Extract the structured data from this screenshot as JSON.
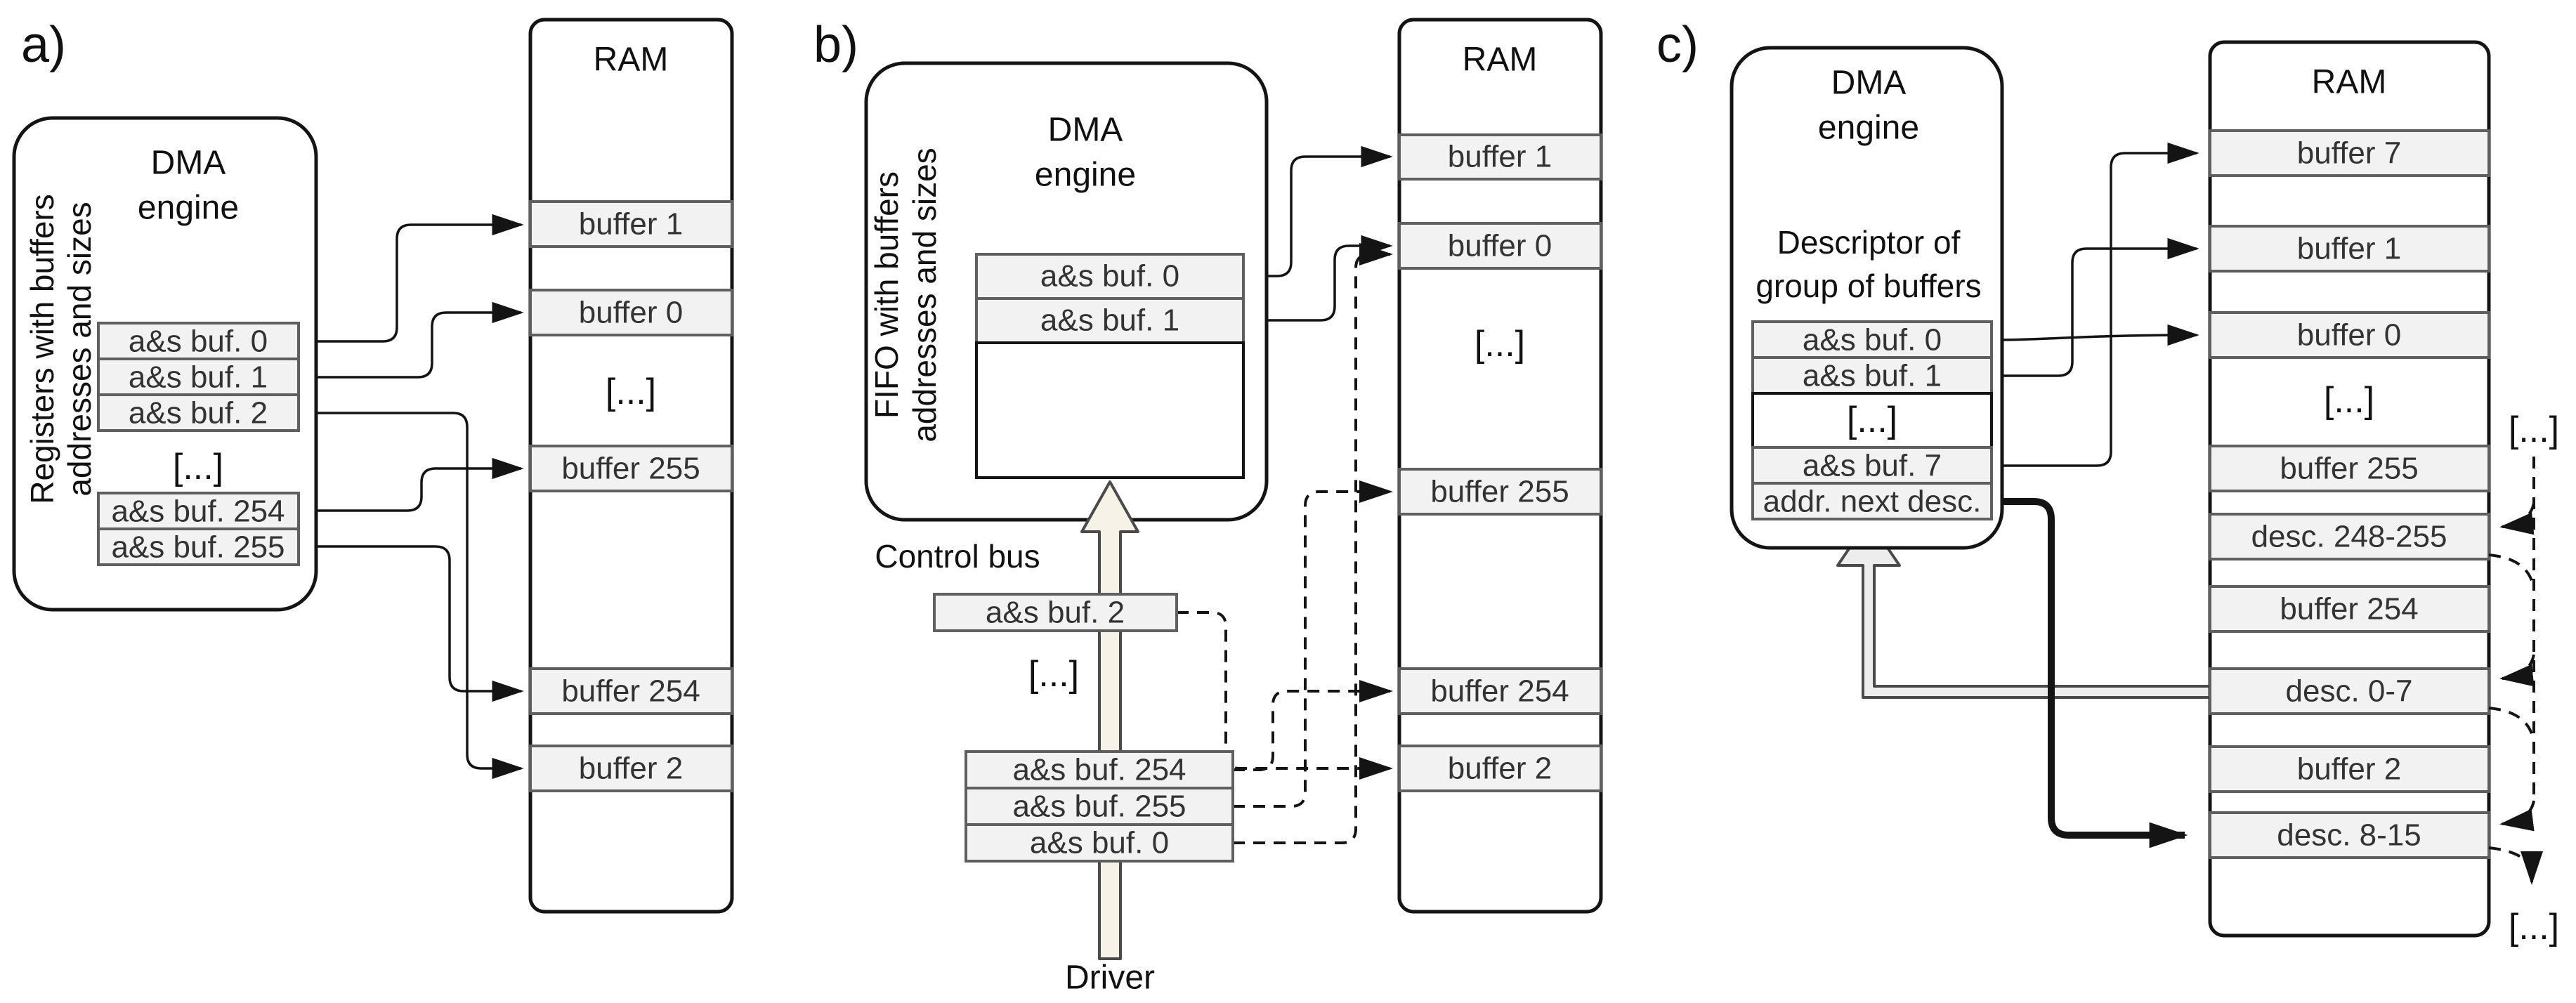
{
  "colors": {
    "line": "#141414",
    "row_fill": "#f2f2f2",
    "row_border": "#5f5f5f",
    "row_text": "#333333",
    "control_arrow_fill": "#f6f2e7",
    "desc_arrow_fill": "#ededed",
    "arrow_outline": "#4a4a4a",
    "background": "#ffffff"
  },
  "panels": {
    "a": {
      "label": "a)",
      "dma_title1": "DMA",
      "dma_title2": "engine",
      "side_label1": "Registers with buffers",
      "side_label2": "addresses and sizes",
      "registers": [
        "a&s buf. 0",
        "a&s buf. 1",
        "a&s buf. 2",
        "[...]",
        "a&s buf. 254",
        "a&s buf. 255"
      ],
      "ram_title": "RAM",
      "ram_rows": [
        "buffer 1",
        "buffer 0",
        "[...]",
        "buffer 255",
        "buffer 254",
        "buffer 2"
      ]
    },
    "b": {
      "label": "b)",
      "dma_title1": "DMA",
      "dma_title2": "engine",
      "side_label1": "FIFO with buffers",
      "side_label2": "addresses and sizes",
      "fifo_rows": [
        "a&s buf. 0",
        "a&s buf. 1"
      ],
      "control_bus_label": "Control bus",
      "bus_row_top": "a&s buf. 2",
      "bus_ellipsis": "[...]",
      "bus_rows": [
        "a&s buf. 254",
        "a&s buf. 255",
        "a&s buf. 0"
      ],
      "driver_label": "Driver",
      "ram_title": "RAM",
      "ram_rows": [
        "buffer 1",
        "buffer 0",
        "[...]",
        "buffer 255",
        "buffer 254",
        "buffer 2"
      ]
    },
    "c": {
      "label": "c)",
      "dma_title1": "DMA",
      "dma_title2": "engine",
      "desc_heading1": "Descriptor of",
      "desc_heading2": "group of buffers",
      "desc_rows": [
        "a&s buf. 0",
        "a&s buf. 1",
        "[...]",
        "a&s buf. 7",
        "addr. next desc."
      ],
      "ram_title": "RAM",
      "ram_rows": [
        "buffer 7",
        "buffer 1",
        "buffer 0",
        "[...]",
        "buffer 255",
        "desc. 248-255",
        "buffer 254",
        "desc. 0-7",
        "buffer 2",
        "desc. 8-15"
      ],
      "ellipsis_right": "[...]",
      "ellipsis_bottom": "[...]"
    }
  }
}
